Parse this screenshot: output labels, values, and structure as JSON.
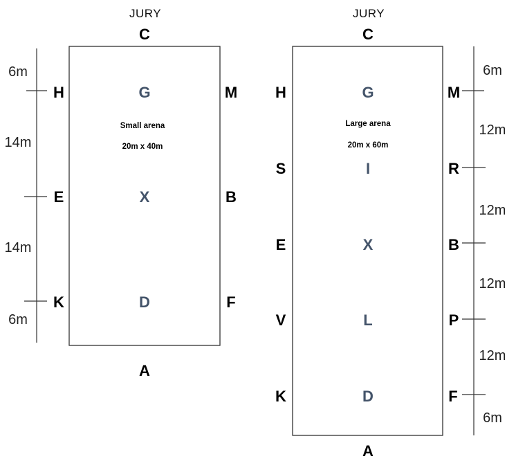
{
  "small_arena": {
    "jury": "JURY",
    "top": "C",
    "bottom": "A",
    "left_markers": [
      "H",
      "E",
      "K"
    ],
    "right_markers": [
      "M",
      "B",
      "F"
    ],
    "center_markers": [
      "G",
      "X",
      "D"
    ],
    "name": "Small arena",
    "size": "20m x 40m",
    "distances": [
      "6m",
      "14m",
      "14m",
      "6m"
    ]
  },
  "large_arena": {
    "jury": "JURY",
    "top": "C",
    "bottom": "A",
    "left_markers": [
      "H",
      "S",
      "E",
      "V",
      "K"
    ],
    "right_markers": [
      "M",
      "R",
      "B",
      "P",
      "F"
    ],
    "center_markers": [
      "G",
      "I",
      "X",
      "L",
      "D"
    ],
    "name": "Large arena",
    "size": "20m x 60m",
    "distances": [
      "6m",
      "12m",
      "12m",
      "12m",
      "12m",
      "6m"
    ]
  }
}
